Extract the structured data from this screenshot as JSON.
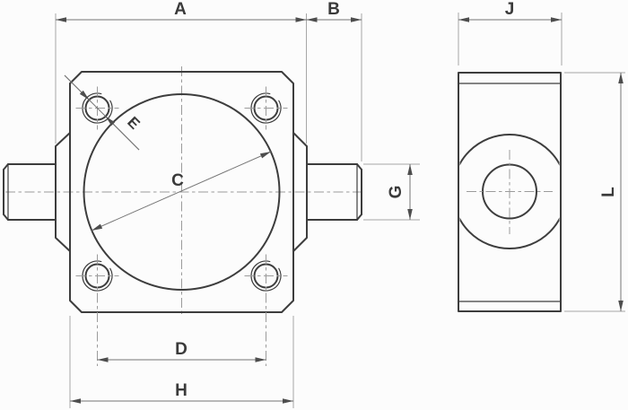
{
  "labels": {
    "a": "A",
    "b": "B",
    "c": "C",
    "d": "D",
    "e": "E",
    "g": "G",
    "h": "H",
    "j": "J",
    "l": "L"
  },
  "colors": {
    "background": "#fcfcfc",
    "object_line": "#3d3d3d",
    "dimension_line": "#757575",
    "extension_line": "#a6a6a6",
    "center_line": "#9b9b9b",
    "arrow": "#4d4d4d",
    "label_text": "#3a3a3a"
  }
}
